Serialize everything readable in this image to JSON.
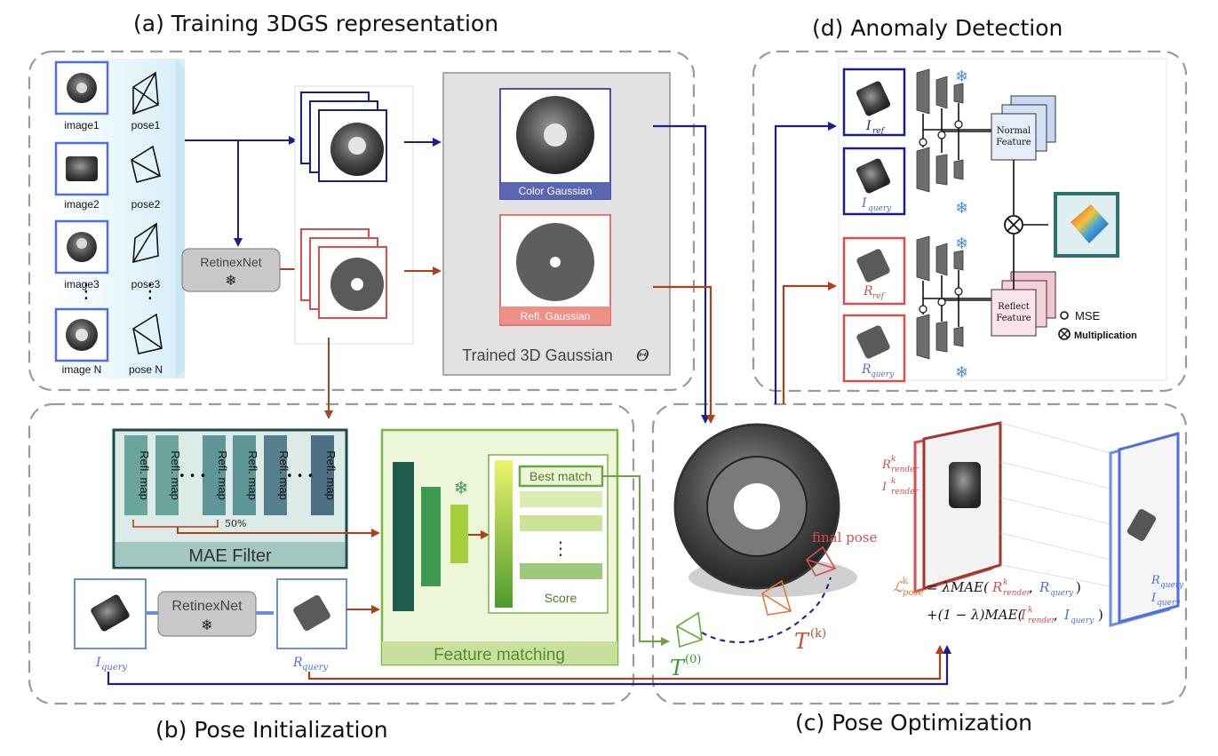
{
  "titles": {
    "a": "(a) Training 3DGS representation",
    "b": "(b) Pose Initialization",
    "c": "(c) Pose Optimization",
    "d": "(d) Anomaly Detection"
  },
  "panel_a": {
    "images": [
      "image1",
      "image2",
      "image3",
      "image N"
    ],
    "poses": [
      "pose1",
      "pose2",
      "pose3",
      "pose N"
    ],
    "vdots": "⋮",
    "retinex": "RetinexNet",
    "color_gaussian": "Color Gaussian",
    "refl_gaussian": "Refl. Gaussian",
    "trained": "Trained 3D Gaussian",
    "theta": "Θ"
  },
  "panel_b": {
    "refl_map": "Refl. map",
    "ellipsis": "• • •",
    "fifty": "50%",
    "mae_filter": "MAE Filter",
    "retinex": "RetinexNet",
    "i_query": "I",
    "i_query_sub": "query",
    "r_query": "R",
    "r_query_sub": "query",
    "best_match": "Best match",
    "score": "Score",
    "feature_matching": "Feature matching"
  },
  "panel_c": {
    "final_pose": "final pose",
    "t0": "T",
    "t0_sup": "(0)",
    "tk": "T",
    "tk_sup": "(k)",
    "r_render": "R",
    "r_render_sup": "k",
    "r_render_sub": "render",
    "i_render": "I",
    "i_render_sup": "k",
    "i_render_sub": "render",
    "r_query": "R",
    "r_query_sub": "query",
    "i_query": "I",
    "i_query_sub": "query",
    "loss_line1": "ℒ",
    "loss_sub": "pose",
    "loss_sup": "k",
    "loss_eq1": "= λMAE(",
    "loss_eq2": "+(1 − λ)MAE(",
    "comma": ", ",
    "close": ")"
  },
  "panel_d": {
    "i_ref": "I",
    "i_ref_sub": "ref",
    "i_query": "I",
    "i_query_sub": "query",
    "r_ref": "R",
    "r_ref_sub": "ref",
    "r_query": "R",
    "r_query_sub": "query",
    "normal_feature_1": "Normal",
    "normal_feature_2": "Feature",
    "reflect_feature_1": "Reflect",
    "reflect_feature_2": "Feature",
    "legend_mse": "MSE",
    "legend_mult": "Multiplication"
  },
  "colors": {
    "navy": "#1b1f8a",
    "rust": "#b0401c",
    "blue_border": "#4f6fdc",
    "red_border": "#d2504e",
    "green": "#7db442",
    "dash": "#9a9a9a",
    "teal_dark": "#1c4a4a"
  }
}
